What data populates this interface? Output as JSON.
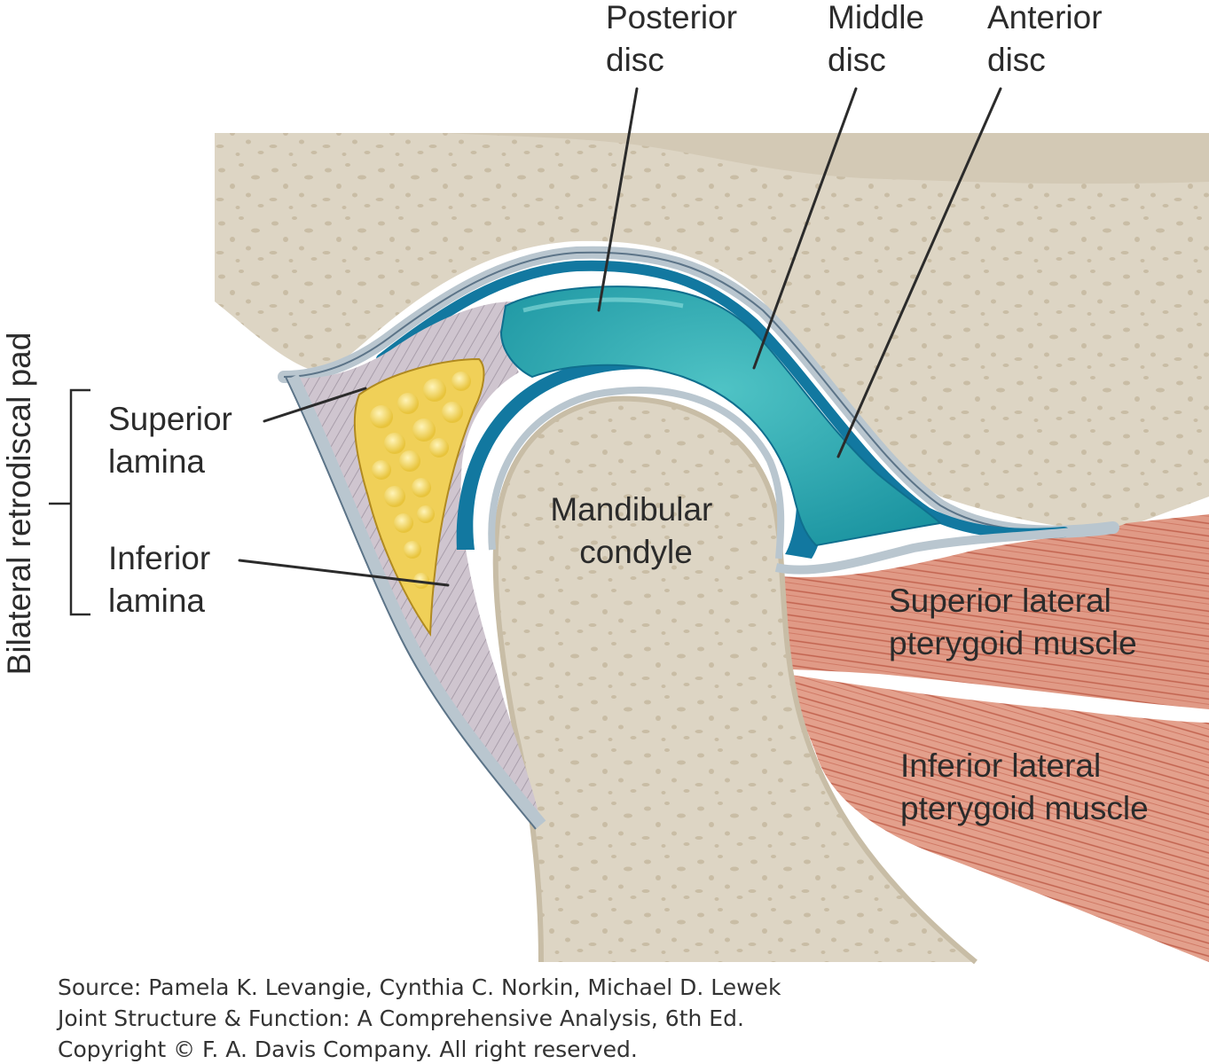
{
  "labels": {
    "posterior_disc": [
      "Posterior",
      "disc"
    ],
    "middle_disc": [
      "Middle",
      "disc"
    ],
    "anterior_disc": [
      "Anterior",
      "disc"
    ],
    "superior_lamina": [
      "Superior",
      "lamina"
    ],
    "inferior_lamina": [
      "Inferior",
      "lamina"
    ],
    "retrodiscal_pad": "Bilateral retrodiscal pad",
    "mandibular_condyle": [
      "Mandibular",
      "condyle"
    ],
    "superior_lateral_pterygoid": [
      "Superior lateral",
      "pterygoid muscle"
    ],
    "inferior_lateral_pterygoid": [
      "Inferior lateral",
      "pterygoid muscle"
    ]
  },
  "source": {
    "line1": "Source: Pamela K. Levangie, Cynthia C. Norkin, Michael D. Lewek",
    "line2": "Joint Structure & Function: A Comprehensive Analysis, 6th Ed.",
    "line3": "Copyright © F. A. Davis Company. All right reserved."
  },
  "colors": {
    "bone": "#ddd5c4",
    "bone_pore": "#c9bda5",
    "disc": "#1e9fa6",
    "disc_dark": "#0f6f8e",
    "capsule": "#b9c6cf",
    "fat": "#f0d058",
    "retrodiscal": "#cfc5cf",
    "muscle": "#e09a86",
    "muscle_dark": "#c2634f",
    "text": "#2b2b2b"
  }
}
